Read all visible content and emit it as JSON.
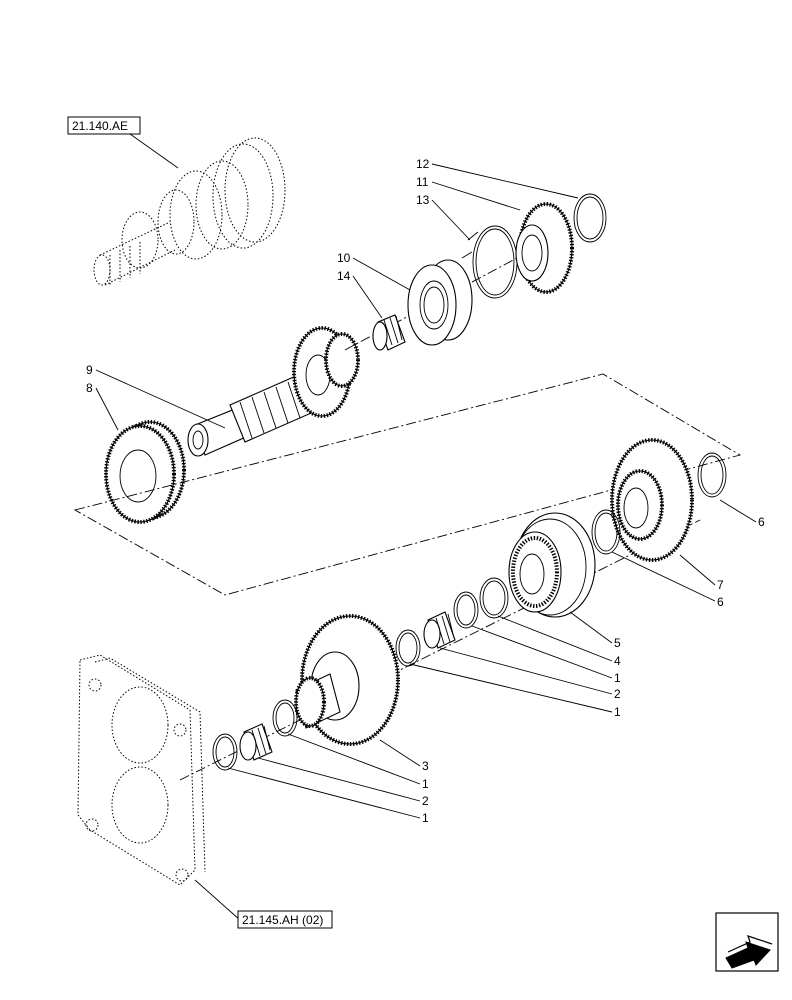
{
  "references": {
    "upper": "21.140.AE",
    "lower": "21.145.AH (02)"
  },
  "callouts": {
    "c12": "12",
    "c11": "11",
    "c13": "13",
    "c10": "10",
    "c14": "14",
    "c9": "9",
    "c8": "8",
    "c6a": "6",
    "c7": "7",
    "c6b": "6",
    "c5": "5",
    "c4": "4",
    "c1a": "1",
    "c2a": "2",
    "c1b": "1",
    "c3": "3",
    "c1c": "1",
    "c2b": "2",
    "c1d": "1"
  },
  "icons": {
    "nav": "arrow-navigation-icon"
  }
}
